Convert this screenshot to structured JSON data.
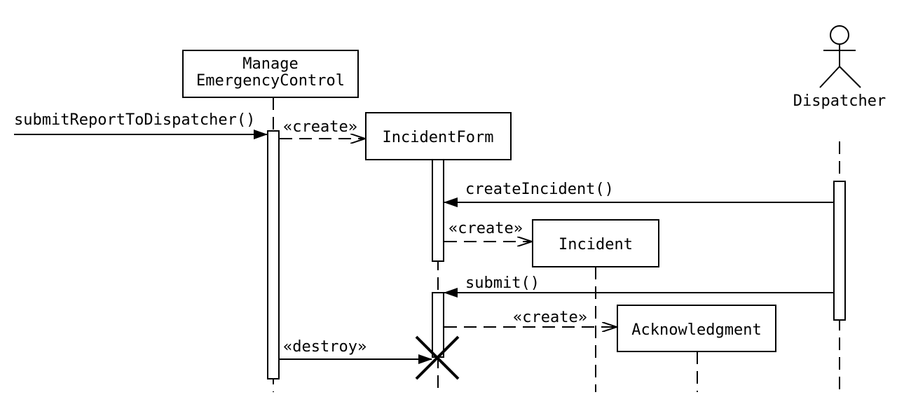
{
  "participants": {
    "manage": {
      "line1": "Manage",
      "line2": "EmergencyControl"
    },
    "incident_form": {
      "label": "IncidentForm"
    },
    "incident": {
      "label": "Incident"
    },
    "acknowledgment": {
      "label": "Acknowledgment"
    },
    "dispatcher": {
      "label": "Dispatcher"
    }
  },
  "messages": {
    "submit_report": "submitReportToDispatcher()",
    "create_form": "«create»",
    "create_incident": "createIncident()",
    "create_incident_obj": "«create»",
    "submit": "submit()",
    "create_ack": "«create»",
    "destroy": "«destroy»"
  }
}
